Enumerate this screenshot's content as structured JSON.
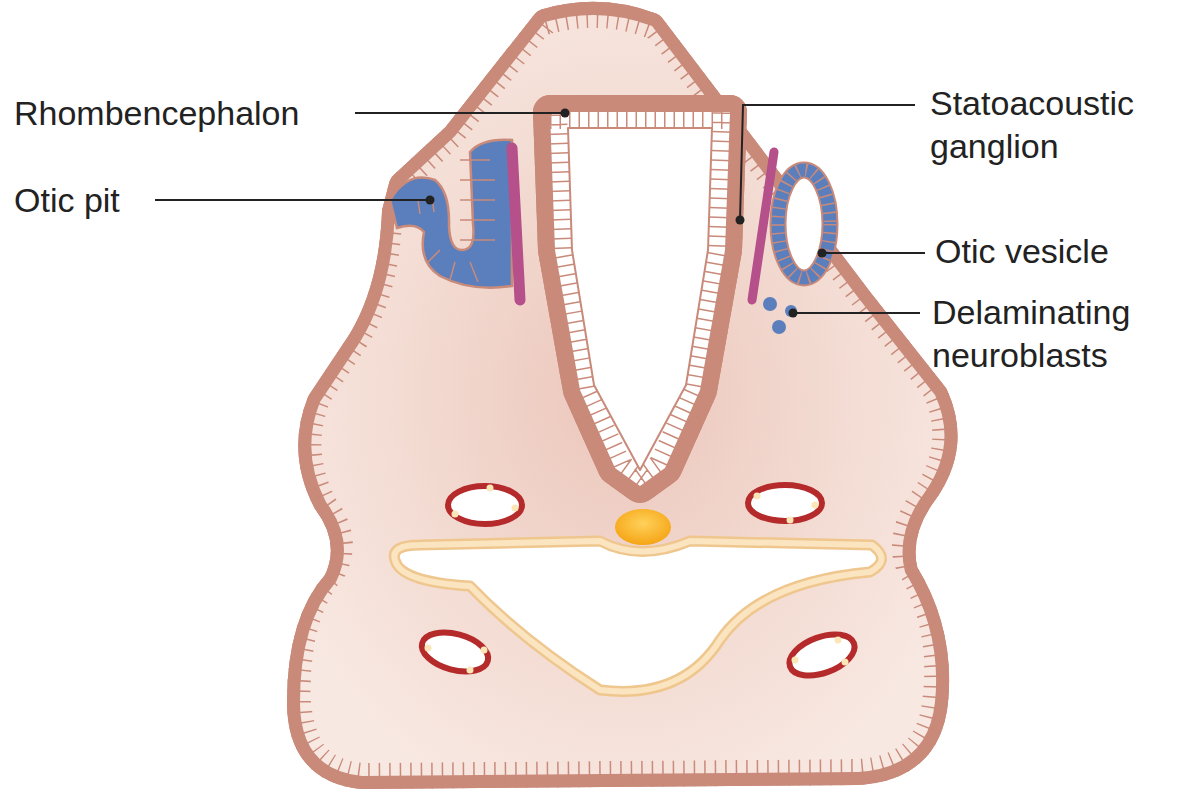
{
  "diagram": {
    "labels": [
      "Rhombencephalon",
      "Otic pit",
      "Statoacoustic ganglion",
      "Otic vesicle",
      "Delaminating neuroblasts"
    ]
  }
}
